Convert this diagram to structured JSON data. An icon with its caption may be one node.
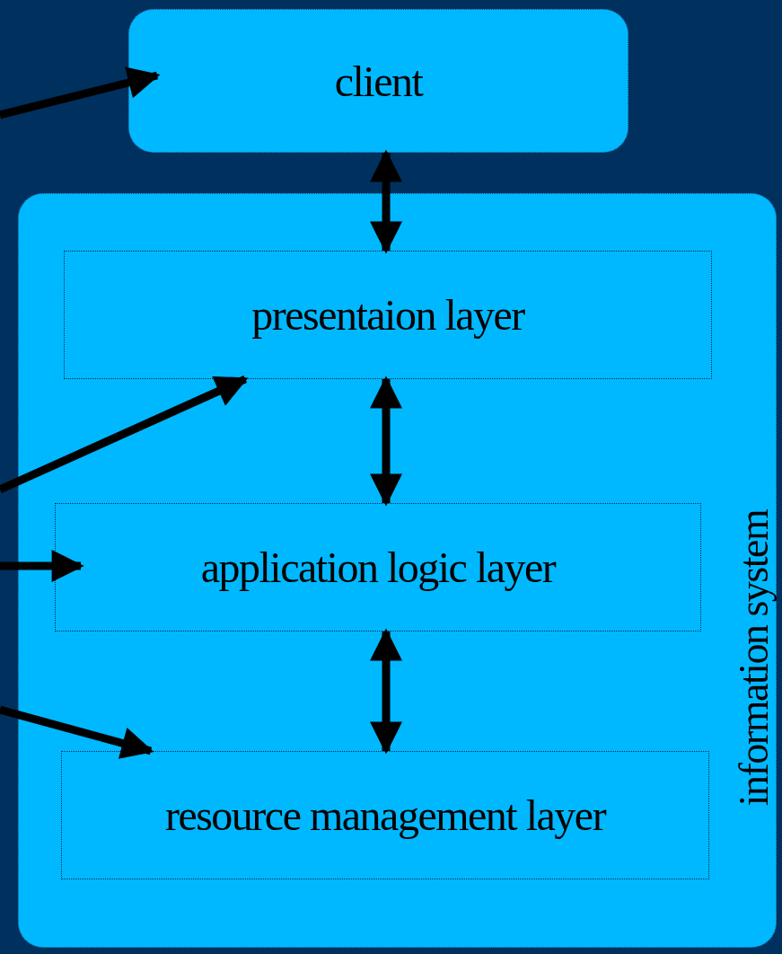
{
  "diagram": {
    "nodes": [
      {
        "text": [
          "client"
        ]
      },
      {
        "text": [
          "information system"
        ]
      },
      {
        "text": [
          "presentaion layer"
        ],
        "in": 1
      },
      {
        "text": [
          "application logic layer"
        ],
        "in": 1
      },
      {
        "text": [
          "resource management layer"
        ],
        "in": 1
      }
    ],
    "edges": [
      {
        "from": null,
        "to": 0,
        "arrow": "to"
      },
      {
        "from": null,
        "to": 2,
        "arrow": "to"
      },
      {
        "from": null,
        "to": 3,
        "arrow": "to"
      },
      {
        "from": null,
        "to": 4,
        "arrow": "to"
      },
      {
        "from": 0,
        "to": 2,
        "arrow": "both"
      },
      {
        "from": 2,
        "to": 3,
        "arrow": "both"
      },
      {
        "from": 3,
        "to": 4,
        "arrow": "both"
      }
    ]
  }
}
